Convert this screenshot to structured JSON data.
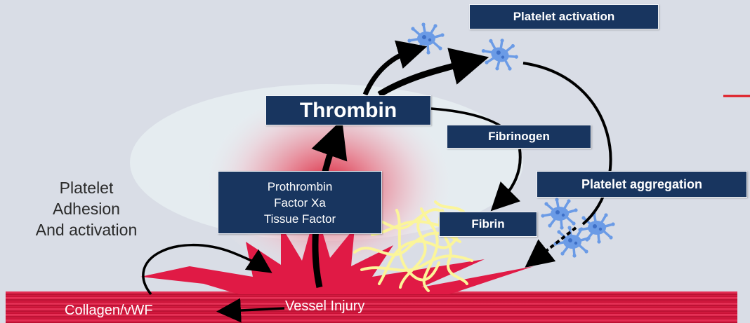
{
  "labels": {
    "platelet_activation": "Platelet activation",
    "thrombin": "Thrombin",
    "fibrinogen": "Fibrinogen",
    "platelet_aggregation": "Platelet aggregation",
    "prothrombin": "Prothrombin",
    "factor_xa": "Factor Xa",
    "tissue_factor": "Tissue Factor",
    "fibrin": "Fibrin",
    "platelet": "Platelet",
    "adhesion": "Adhesion",
    "and_activation": "And activation",
    "collagen": "Collagen/vWF",
    "vessel_injury": "Vessel Injury"
  },
  "colors": {
    "background": "#d9dde6",
    "box": "#18355f",
    "vessel": "#d9163c",
    "platelet": "#5b8fe0",
    "fibrin": "#fbf59a",
    "arrow": "#000000",
    "accent": "#e0161f"
  }
}
